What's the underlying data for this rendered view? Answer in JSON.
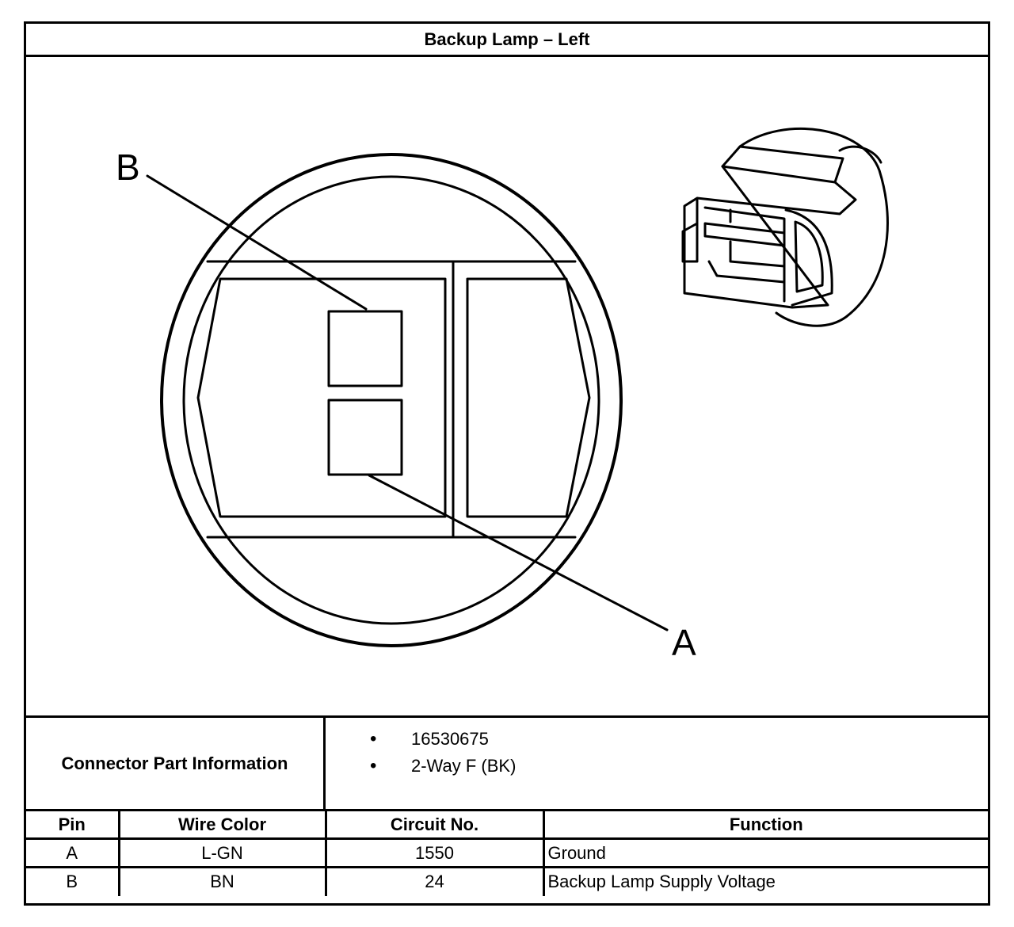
{
  "title": "Backup Lamp – Left",
  "diagram": {
    "callouts": [
      "B",
      "A"
    ],
    "connector_view": "connector-face",
    "connector_iso": "connector-isometric"
  },
  "connector_info": {
    "label": "Connector Part Information",
    "items": [
      "16530675",
      "2-Way F (BK)"
    ]
  },
  "pin_table": {
    "headers": [
      "Pin",
      "Wire Color",
      "Circuit No.",
      "Function"
    ],
    "rows": [
      [
        "A",
        "L-GN",
        "1550",
        "Ground"
      ],
      [
        "B",
        "BN",
        "24",
        "Backup Lamp Supply Voltage"
      ]
    ]
  }
}
